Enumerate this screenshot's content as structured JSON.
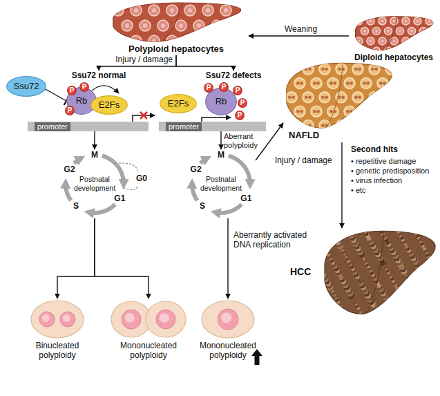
{
  "diagram": {
    "nodes": [
      {
        "text": [
          "Polyploid hepatocytes"
        ]
      },
      {
        "text": [
          "Diploid hepatocytes"
        ]
      },
      {
        "text": [
          "Ssu72 normal"
        ]
      },
      {
        "text": [
          "Ssu72 defects"
        ]
      },
      {
        "text": [
          "Ssu72"
        ]
      },
      {
        "text": [
          "Rb"
        ]
      },
      {
        "text": [
          "P"
        ]
      },
      {
        "text": [
          "P"
        ]
      },
      {
        "text": [
          "P"
        ]
      },
      {
        "text": [
          "E2Fs"
        ]
      },
      {
        "text": [
          "promoter"
        ]
      },
      {
        "text": [
          "E2Fs"
        ]
      },
      {
        "text": [
          "Rb"
        ]
      },
      {
        "text": [
          "P"
        ]
      },
      {
        "text": [
          "P"
        ]
      },
      {
        "text": [
          "P"
        ]
      },
      {
        "text": [
          "P"
        ]
      },
      {
        "text": [
          "P"
        ]
      },
      {
        "text": [
          "promoter"
        ]
      },
      {
        "text": [
          "NAFLD"
        ]
      },
      {
        "text": [
          "M",
          "G2",
          "G0",
          "G1",
          "S",
          "Postnatal development"
        ]
      },
      {
        "text": [
          "M",
          "G2",
          "G1",
          "S",
          "Postnatal development"
        ]
      },
      {
        "text": [
          "HCC"
        ]
      },
      {
        "text": [
          "Binucleated polyploidy"
        ]
      },
      {
        "text": [
          "Mononucleated polyploidy"
        ]
      },
      {
        "text": [
          "Mononucleated polyploidy"
        ]
      }
    ],
    "edges": [
      {
        "from": 1,
        "to": 0,
        "arrow": "to",
        "label": "Weaning"
      },
      {
        "from": 0,
        "to": 2,
        "arrow": "to",
        "label": "Injury / damage"
      },
      {
        "from": 0,
        "to": 3,
        "arrow": "to"
      },
      {
        "from": 4,
        "to": 5,
        "arrow": "none"
      },
      {
        "from": 10,
        "to": 20,
        "arrow": "to"
      },
      {
        "from": 18,
        "to": 21,
        "arrow": "to"
      },
      {
        "from": 21,
        "to": 19,
        "arrow": "to",
        "label": "Aberrant polyploidy"
      },
      {
        "from": 19,
        "to": 22,
        "arrow": "to"
      },
      {
        "from": 20,
        "to": 23,
        "arrow": "to"
      },
      {
        "from": 20,
        "to": 24,
        "arrow": "to"
      },
      {
        "from": 21,
        "to": 25,
        "arrow": "to",
        "label": "Aberrantly activated DNA replication"
      }
    ],
    "labels": [
      "Injury / damage",
      "Second hits",
      "• repetitive damage",
      "• genetic predisposition",
      "• virus infection",
      "• etc"
    ]
  }
}
